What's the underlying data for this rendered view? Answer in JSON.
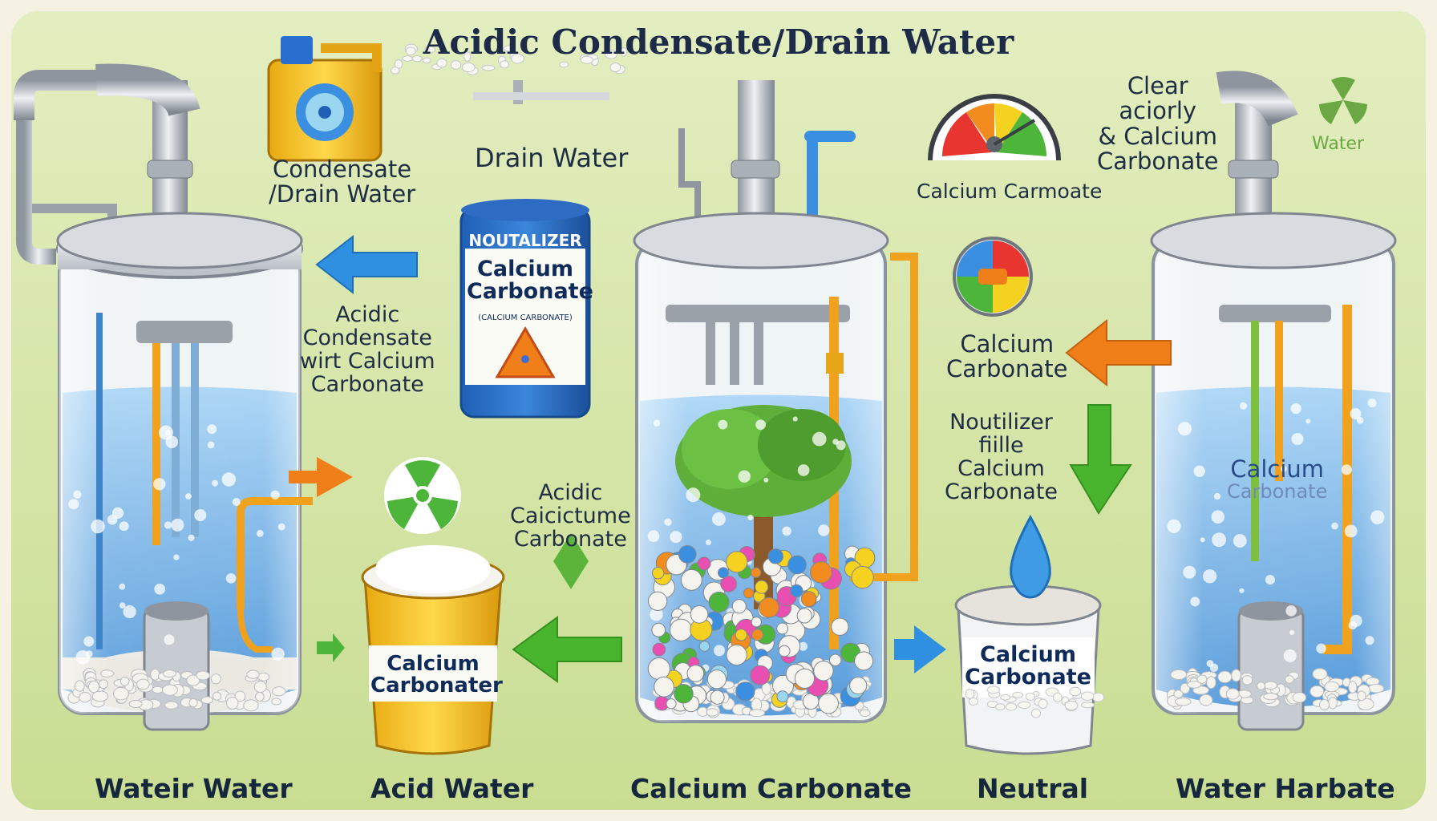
{
  "title": "Acidic Condensate/Drain Water",
  "colors": {
    "background": "#d6e6a8",
    "water": "#7fb7e8",
    "pipe": "#b8bec6",
    "orange_pipe": "#f0a21f",
    "arrow_blue": "#2f8fe0",
    "arrow_orange": "#f07f1a",
    "arrow_green": "#49b52e"
  },
  "labels": {
    "condensate_drain": [
      "Condensate",
      "/Drain Water"
    ],
    "drain_water": "Drain Water",
    "acidic_condensate_with": [
      "Acidic",
      "Condensate",
      "wirt Calcium",
      "Carbonate"
    ],
    "acidic_calcium": [
      "Acidic",
      "Caicictume",
      "Carbonate"
    ],
    "gauge_label": "Calcium Carmoate",
    "clear_acidity": [
      "Clear",
      "aciorly",
      "& Calcium",
      "Carbonate"
    ],
    "calcium_carbonate_right": [
      "Calcium",
      "Carbonate"
    ],
    "noutilizer_fille": [
      "Noutilizer",
      "fiille",
      "Calcium",
      "Carbonate"
    ],
    "tank3_inner": [
      "Calcium",
      "Carbonate"
    ],
    "logo_text": "Water"
  },
  "cans": {
    "neutralizer_band": "NOUTALIZER",
    "neutralizer_line1": "Calcium",
    "neutralizer_line2": "Carbonate",
    "neutralizer_small": "(CALCIUM CARBONATE)",
    "bucket_yellow": [
      "Calcium",
      "Carbonater"
    ],
    "bucket_white": [
      "Calcium",
      "Carbonate"
    ]
  },
  "bottom_labels": [
    "Wateir Water",
    "Acid Water",
    "Calcium Carbonate",
    "Neutral",
    "Water Harbate"
  ],
  "icons": [
    "jerrycan-icon",
    "gauge-icon",
    "meter-icon",
    "recycle-icon",
    "droplet-icon",
    "leaf-icon",
    "tree-icon"
  ]
}
